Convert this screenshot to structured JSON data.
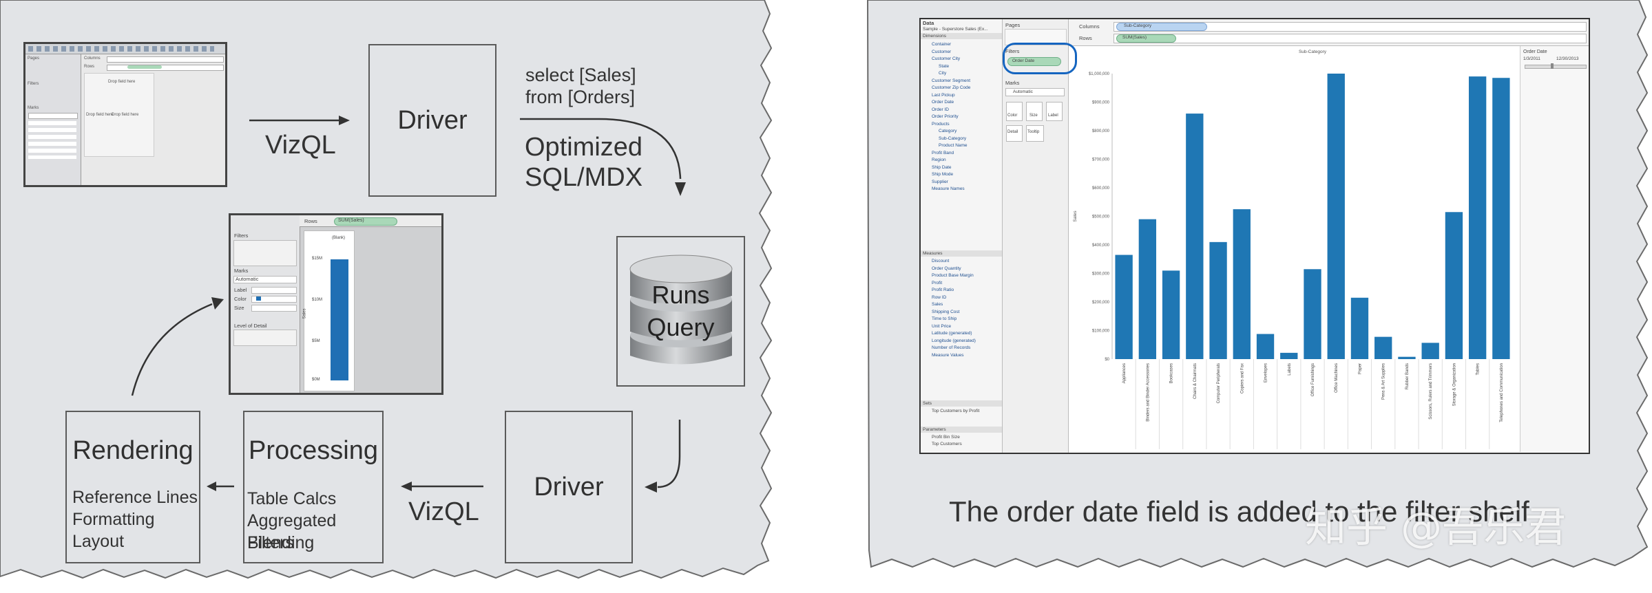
{
  "left_diagram": {
    "driver_top": "Driver",
    "vizql_top": "VizQL",
    "sql_line1": "select [Sales]",
    "sql_line2": "from [Orders]",
    "optimized_line1": "Optimized",
    "optimized_line2": "SQL/MDX",
    "runs": "Runs",
    "query": "Query",
    "driver_bottom": "Driver",
    "vizql_bottom": "VizQL",
    "processing": {
      "title": "Processing",
      "items": [
        "Table Calcs",
        "Aggregated Filters",
        "Blending"
      ]
    },
    "rendering": {
      "title": "Rendering",
      "items": [
        "Reference Lines",
        "Formatting",
        "Layout"
      ]
    },
    "thumb_top": {
      "pages": "Pages",
      "filters": "Filters",
      "marks": "Marks",
      "columns": "Columns",
      "rows": "Rows",
      "drop1": "Drop field here",
      "drop2": "Drop field here",
      "drop3": "Drop field here"
    },
    "thumb_mid": {
      "rows": "Rows",
      "pill": "SUM(Sales)",
      "filters": "Filters",
      "marks": "Marks",
      "automatic": "Automatic",
      "label": "Label",
      "color": "Color",
      "size": "Size",
      "lod": "Level of Detail",
      "ylabel": "Sales",
      "col_header": "(Blank)",
      "ticks": [
        "$15M",
        "$10M",
        "$5M",
        "$0M"
      ]
    }
  },
  "right_screenshot": {
    "data_label": "Data",
    "source": "Sample - Superstore Sales (Ex...",
    "dimensions_label": "Dimensions",
    "dimensions": [
      "Container",
      "Customer",
      "Customer City",
      "State",
      "City",
      "Customer Segment",
      "Customer Zip Code",
      "Last Pickup",
      "Order Date",
      "Order ID",
      "Order Priority",
      "Products",
      "Category",
      "Sub-Category",
      "Product Name",
      "Profit Band",
      "Region",
      "Ship Date",
      "Ship Mode",
      "Supplier",
      "Measure Names"
    ],
    "measures_label": "Measures",
    "measures": [
      "Discount",
      "Order Quantity",
      "Product Base Margin",
      "Profit",
      "Profit Ratio",
      "Row ID",
      "Sales",
      "Shipping Cost",
      "Time to Ship",
      "Unit Price",
      "Latitude (generated)",
      "Longitude (generated)",
      "Number of Records",
      "Measure Values"
    ],
    "sets_label": "Sets",
    "sets": [
      "Top Customers by Profit"
    ],
    "parameters_label": "Parameters",
    "parameters": [
      "Profit Bin Size",
      "Top Customers"
    ],
    "pages_label": "Pages",
    "filters_label": "Filters",
    "filter_pill": "Order Date",
    "marks_label": "Marks",
    "marks_type": "Automatic",
    "marks_buttons": [
      "Color",
      "Size",
      "Label",
      "Detail",
      "Tooltip"
    ],
    "columns_label": "Columns",
    "columns_pill": "Sub-Category",
    "rows_label": "Rows",
    "rows_pill": "SUM(Sales)",
    "card_title": "Order Date",
    "card_from": "1/3/2011",
    "card_to": "12/30/2013",
    "caption": "The order date field is added to the filter shelf",
    "watermark": "知乎 @吾乐君"
  },
  "chart_data": {
    "type": "bar",
    "title": "Sub-Category",
    "xlabel": "",
    "ylabel": "Sales",
    "ylim": [
      0,
      1000000
    ],
    "yticks": [
      "$0",
      "$100,000",
      "$200,000",
      "$300,000",
      "$400,000",
      "$500,000",
      "$600,000",
      "$700,000",
      "$800,000",
      "$900,000",
      "$1,000,000"
    ],
    "categories": [
      "Appliances",
      "Binders and Binder Accessories",
      "Bookcases",
      "Chairs & Chairmats",
      "Computer Peripherals",
      "Copiers and Fax",
      "Envelopes",
      "Labels",
      "Office Furnishings",
      "Office Machines",
      "Paper",
      "Pens & Art Supplies",
      "Rubber Bands",
      "Scissors, Rulers and Trimmers",
      "Storage & Organization",
      "Tables",
      "Telephones and Communication"
    ],
    "values": [
      365000,
      490000,
      310000,
      860000,
      410000,
      525000,
      88000,
      22000,
      315000,
      1000000,
      215000,
      78000,
      8000,
      57000,
      515000,
      990000,
      985000
    ],
    "bar_color": "#1f77b4"
  }
}
